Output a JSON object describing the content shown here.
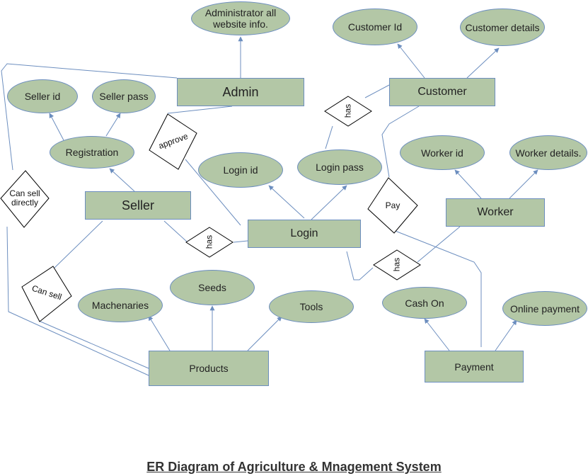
{
  "title": "ER Diagram of Agriculture & Mnagement System",
  "colors": {
    "fill": "#b3c7a6",
    "line": "#6c8ebf",
    "text": "#222222"
  },
  "entities": {
    "admin": "Admin",
    "customer": "Customer",
    "seller": "Seller",
    "login": "Login",
    "worker": "Worker",
    "products": "Products",
    "payment": "Payment"
  },
  "attributes": {
    "admin_info": "Administrator all website info.",
    "customer_id": "Customer Id",
    "customer_details": "Customer details",
    "seller_id": "Seller id",
    "seller_pass": "Seller pass",
    "registration": "Registration",
    "login_id": "Login id",
    "login_pass": "Login pass",
    "worker_id": "Worker id",
    "worker_details": "Worker details.",
    "machenaries": "Machenaries",
    "seeds": "Seeds",
    "tools": "Tools",
    "cash_on": "Cash On",
    "online_payment": "Online payment"
  },
  "relationships": {
    "approve": "approve",
    "has_customer": "has",
    "can_sell_directly": "Can sell directly",
    "has_seller": "has",
    "pay": "Pay",
    "has_worker": "has",
    "can_sell": "Can sell"
  }
}
